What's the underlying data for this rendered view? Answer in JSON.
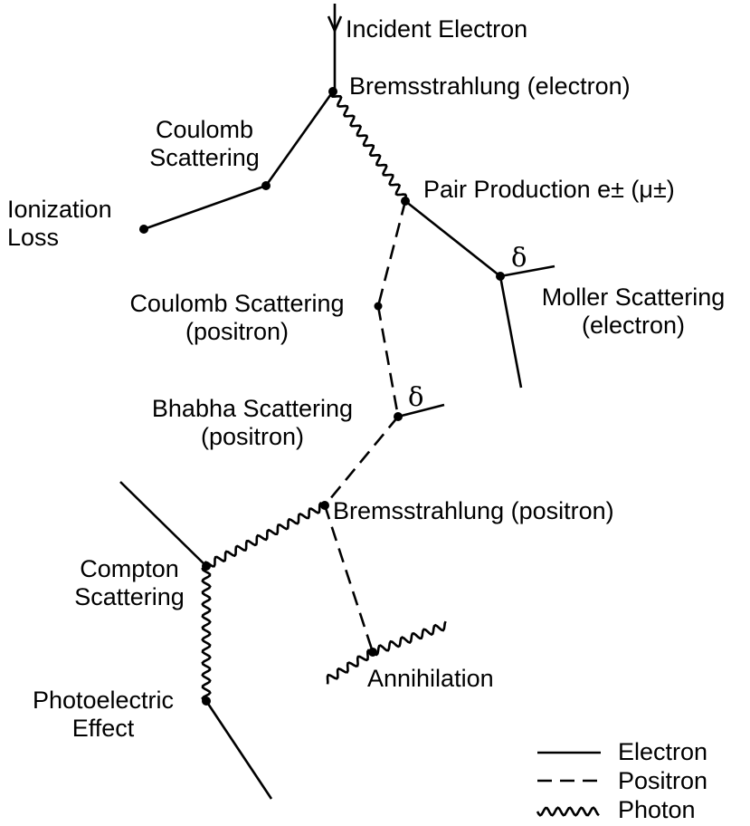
{
  "labels": {
    "incident": "Incident Electron",
    "brems_e": "Bremsstrahlung (electron)",
    "coulomb": [
      "Coulomb",
      "Scattering"
    ],
    "ionization": [
      "Ionization",
      "Loss"
    ],
    "pair": "Pair Production e± (μ±)",
    "coulomb_pos": [
      "Coulomb Scattering",
      "(positron)"
    ],
    "moller": [
      "Moller Scattering",
      "(electron)"
    ],
    "bhabha": [
      "Bhabha Scattering",
      "(positron)"
    ],
    "brems_pos": "Bremsstrahlung (positron)",
    "compton": [
      "Compton",
      "Scattering"
    ],
    "annihilation": "Annihilation",
    "photoelectric": [
      "Photoelectric",
      "Effect"
    ],
    "delta_symbol": "δ"
  },
  "legend": {
    "electron": "Electron",
    "positron": "Positron",
    "photon": "Photon"
  }
}
